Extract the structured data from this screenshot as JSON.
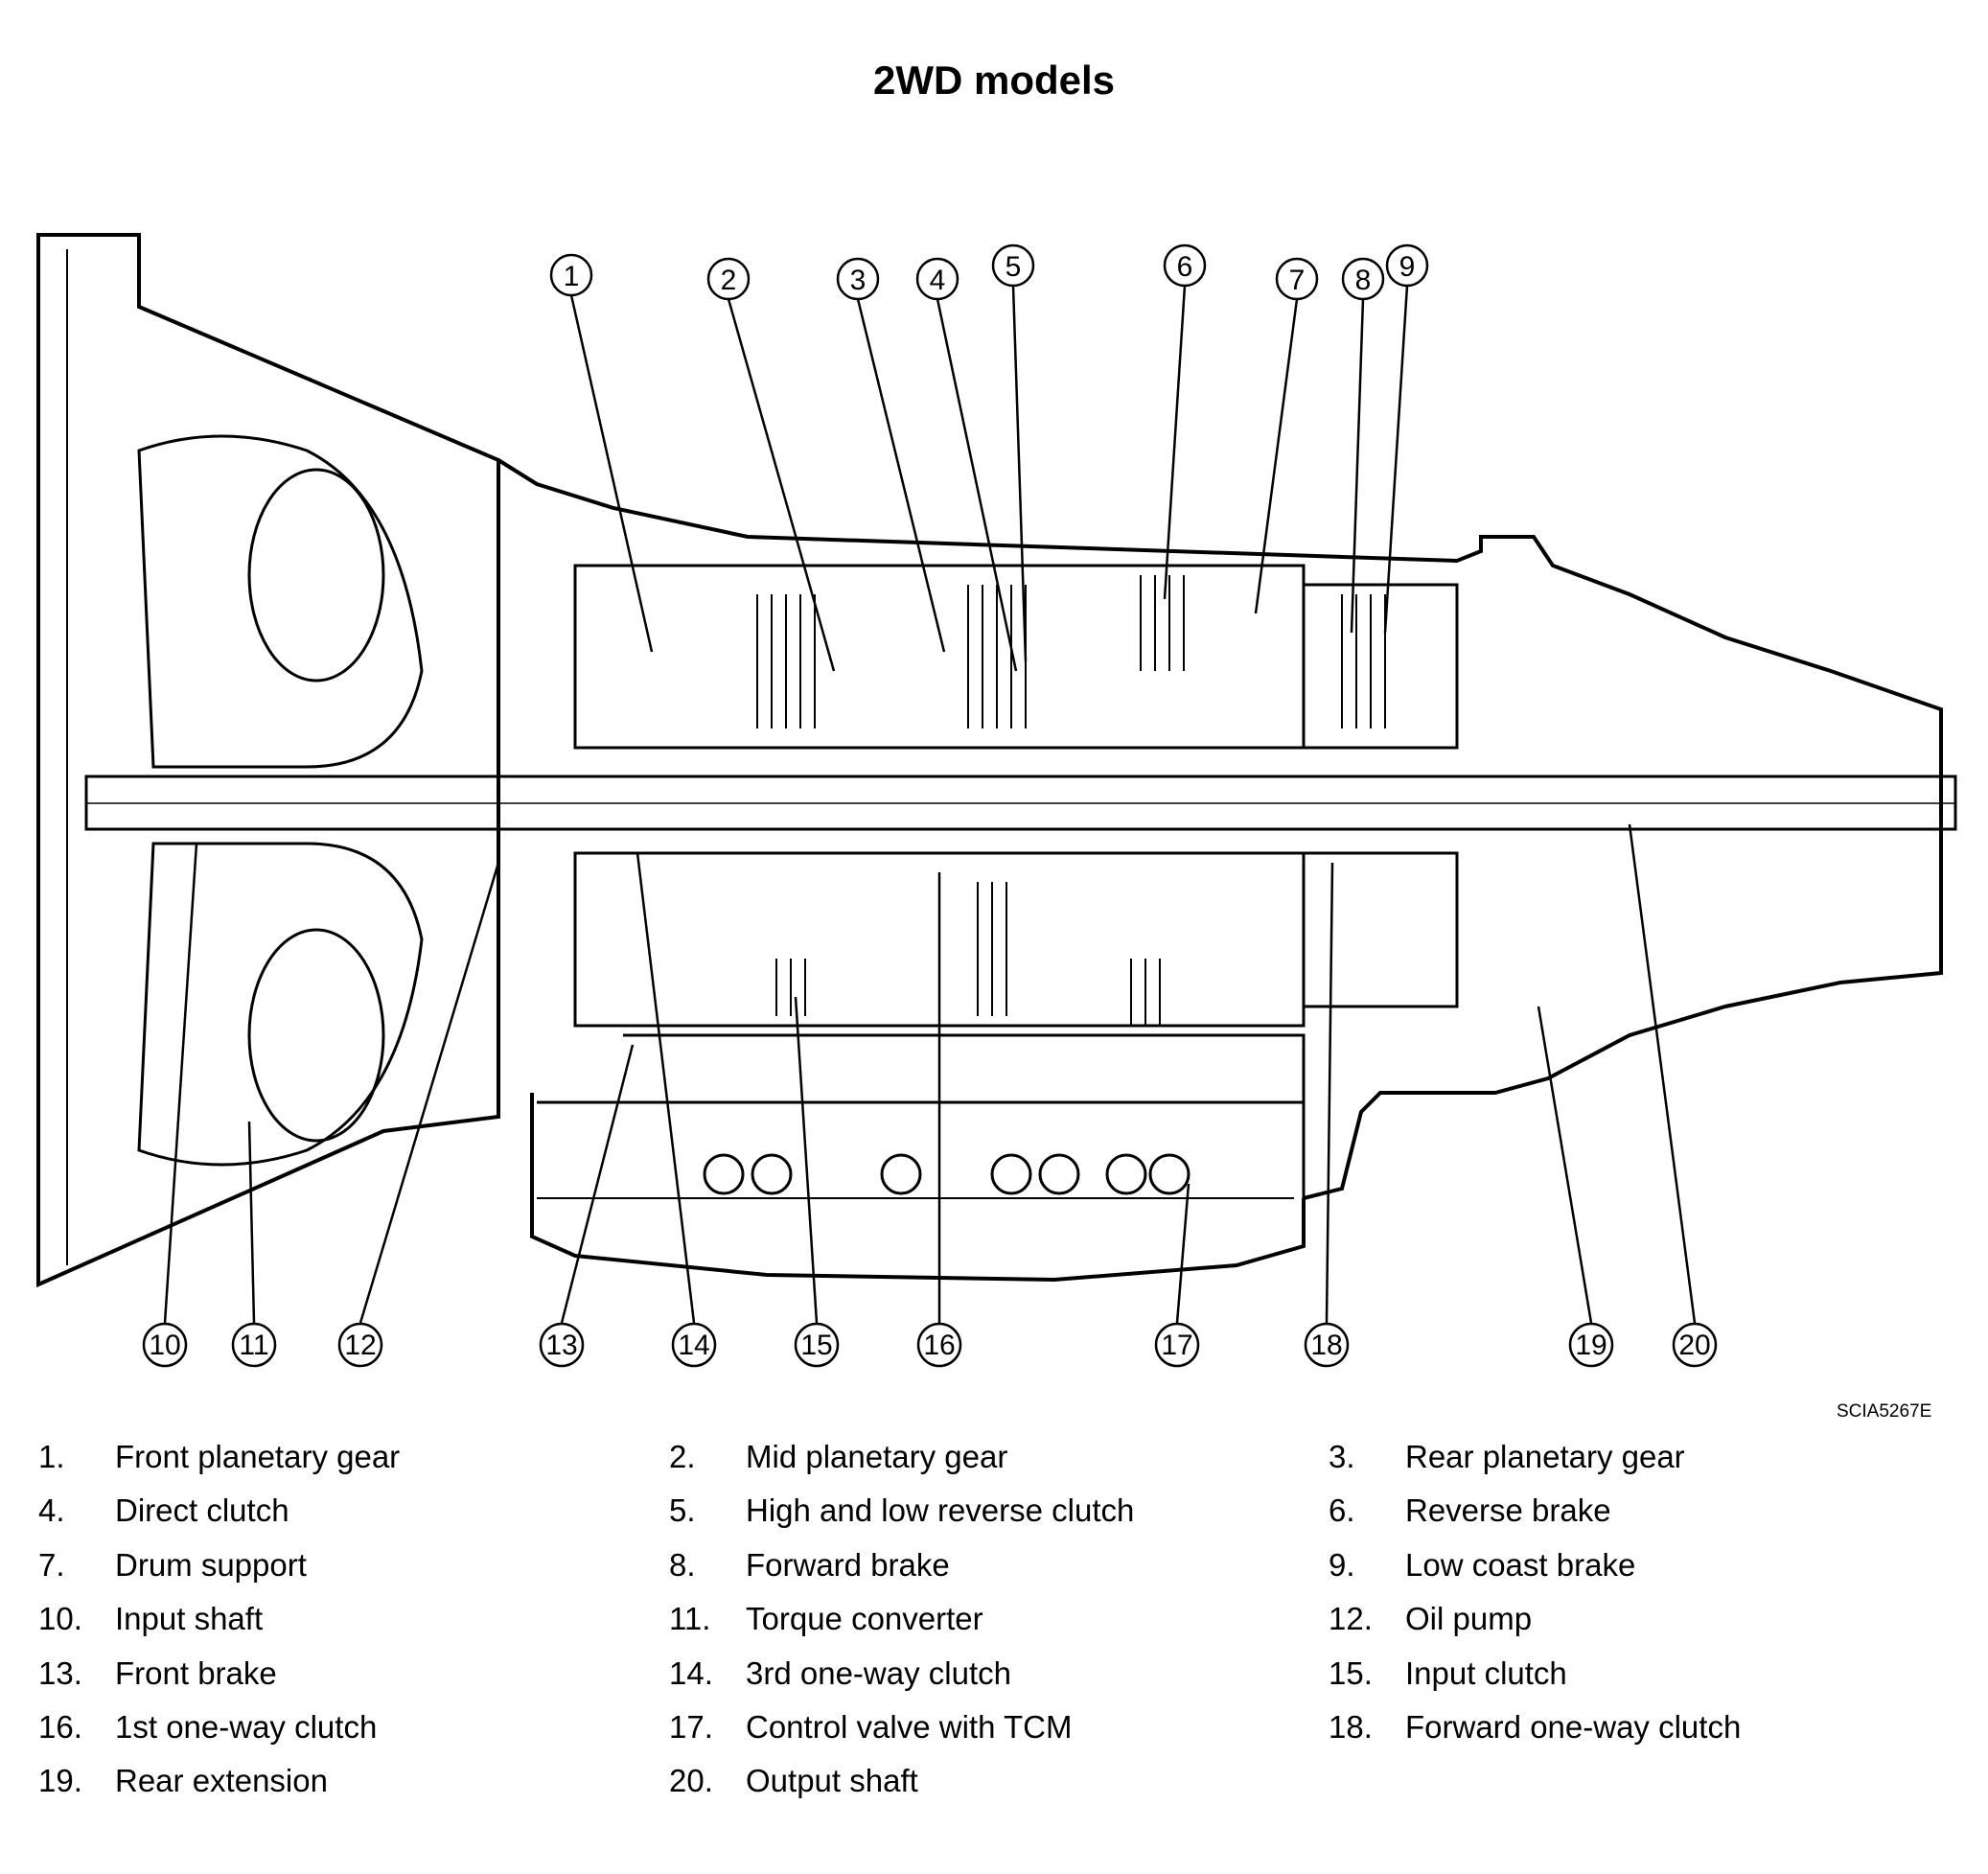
{
  "title": "2WD models",
  "figure_code": "SCIA5267E",
  "callouts": [
    "1",
    "2",
    "3",
    "4",
    "5",
    "6",
    "7",
    "8",
    "9",
    "10",
    "11",
    "12",
    "13",
    "14",
    "15",
    "16",
    "17",
    "18",
    "19",
    "20"
  ],
  "legend": [
    {
      "num": "1.",
      "label": "Front planetary gear"
    },
    {
      "num": "2.",
      "label": "Mid planetary gear"
    },
    {
      "num": "3.",
      "label": "Rear planetary gear"
    },
    {
      "num": "4.",
      "label": "Direct clutch"
    },
    {
      "num": "5.",
      "label": "High and low reverse clutch"
    },
    {
      "num": "6.",
      "label": "Reverse brake"
    },
    {
      "num": "7.",
      "label": "Drum support"
    },
    {
      "num": "8.",
      "label": "Forward brake"
    },
    {
      "num": "9.",
      "label": "Low coast brake"
    },
    {
      "num": "10.",
      "label": "Input shaft"
    },
    {
      "num": "11.",
      "label": "Torque converter"
    },
    {
      "num": "12.",
      "label": "Oil pump"
    },
    {
      "num": "13.",
      "label": "Front brake"
    },
    {
      "num": "14.",
      "label": "3rd one-way clutch"
    },
    {
      "num": "15.",
      "label": "Input clutch"
    },
    {
      "num": "16.",
      "label": "1st one-way clutch"
    },
    {
      "num": "17.",
      "label": "Control valve with TCM"
    },
    {
      "num": "18.",
      "label": "Forward one-way clutch"
    },
    {
      "num": "19.",
      "label": "Rear extension"
    },
    {
      "num": "20.",
      "label": "Output shaft"
    }
  ]
}
